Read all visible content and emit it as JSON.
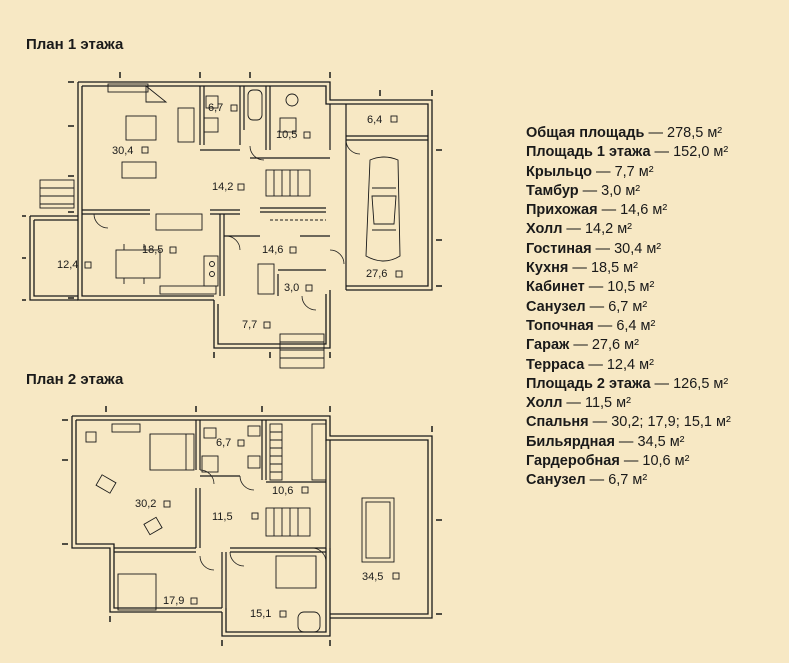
{
  "titles": {
    "floor1": "План 1 этажа",
    "floor2": "План 2 этажа"
  },
  "floor1_rooms": {
    "r30_4": "30,4",
    "r6_7": "6,7",
    "r10_5": "10,5",
    "r6_4": "6,4",
    "r14_2": "14,2",
    "r18_5": "18,5",
    "r14_6": "14,6",
    "r12_4": "12,4",
    "r27_6": "27,6",
    "r3_0": "3,0",
    "r7_7": "7,7"
  },
  "floor2_rooms": {
    "r6_7": "6,7",
    "r30_2": "30,2",
    "r10_6": "10,6",
    "r11_5": "11,5",
    "r17_9": "17,9",
    "r15_1": "15,1",
    "r34_5": "34,5"
  },
  "areas": [
    {
      "name": "Общая площадь",
      "value": "278,5 м²"
    },
    {
      "name": "Площадь 1 этажа",
      "value": "152,0 м²"
    },
    {
      "name": "Крыльцо",
      "value": "7,7 м²"
    },
    {
      "name": "Тамбур",
      "value": "3,0 м²"
    },
    {
      "name": "Прихожая",
      "value": "14,6 м²"
    },
    {
      "name": "Холл",
      "value": "14,2 м²"
    },
    {
      "name": "Гостиная",
      "value": "30,4 м²"
    },
    {
      "name": "Кухня",
      "value": "18,5 м²"
    },
    {
      "name": "Кабинет",
      "value": "10,5 м²"
    },
    {
      "name": "Санузел",
      "value": "6,7 м²"
    },
    {
      "name": "Топочная",
      "value": "6,4 м²"
    },
    {
      "name": "Гараж",
      "value": "27,6 м²"
    },
    {
      "name": "Терраса",
      "value": "12,4 м²"
    },
    {
      "name": "Площадь 2 этажа",
      "value": "126,5 м²"
    },
    {
      "name": "Холл",
      "value": "11,5 м²"
    },
    {
      "name": "Спальня",
      "value": "30,2; 17,9; 15,1 м²"
    },
    {
      "name": "Бильярдная",
      "value": "34,5 м²"
    },
    {
      "name": "Гардеробная",
      "value": "10,6 м²"
    },
    {
      "name": "Санузел",
      "value": "6,7 м²"
    }
  ],
  "separator": " — ",
  "colors": {
    "background": "#f7e8c4",
    "walls": "#1a1a1a"
  }
}
